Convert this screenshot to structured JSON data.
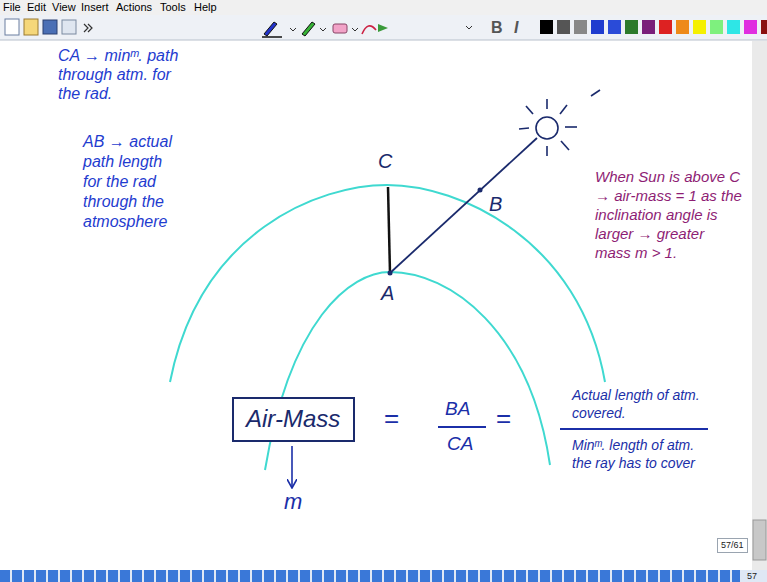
{
  "diagram": {
    "nodes": [
      {
        "text": [
          "Air-Mass"
        ]
      },
      {
        "text": [
          "57/61"
        ]
      }
    ],
    "labels": [
      "File",
      "Edit",
      "View",
      "Insert",
      "Actions",
      "Tools",
      "Help",
      "B",
      "I",
      "CA → minᵐ. path through atm. for the rad.",
      "AB → actual path length for the rad through the atmosphere",
      "C",
      "B",
      "A",
      "When Sun is above C → air-mass = 1 as the inclination angle is larger → greater mass m > 1.",
      "=",
      "BA",
      "CA",
      "=",
      "Actual length of atm. covered.",
      "Minᵐ. length of atm. the ray has to cover",
      "m",
      "57"
    ]
  }
}
